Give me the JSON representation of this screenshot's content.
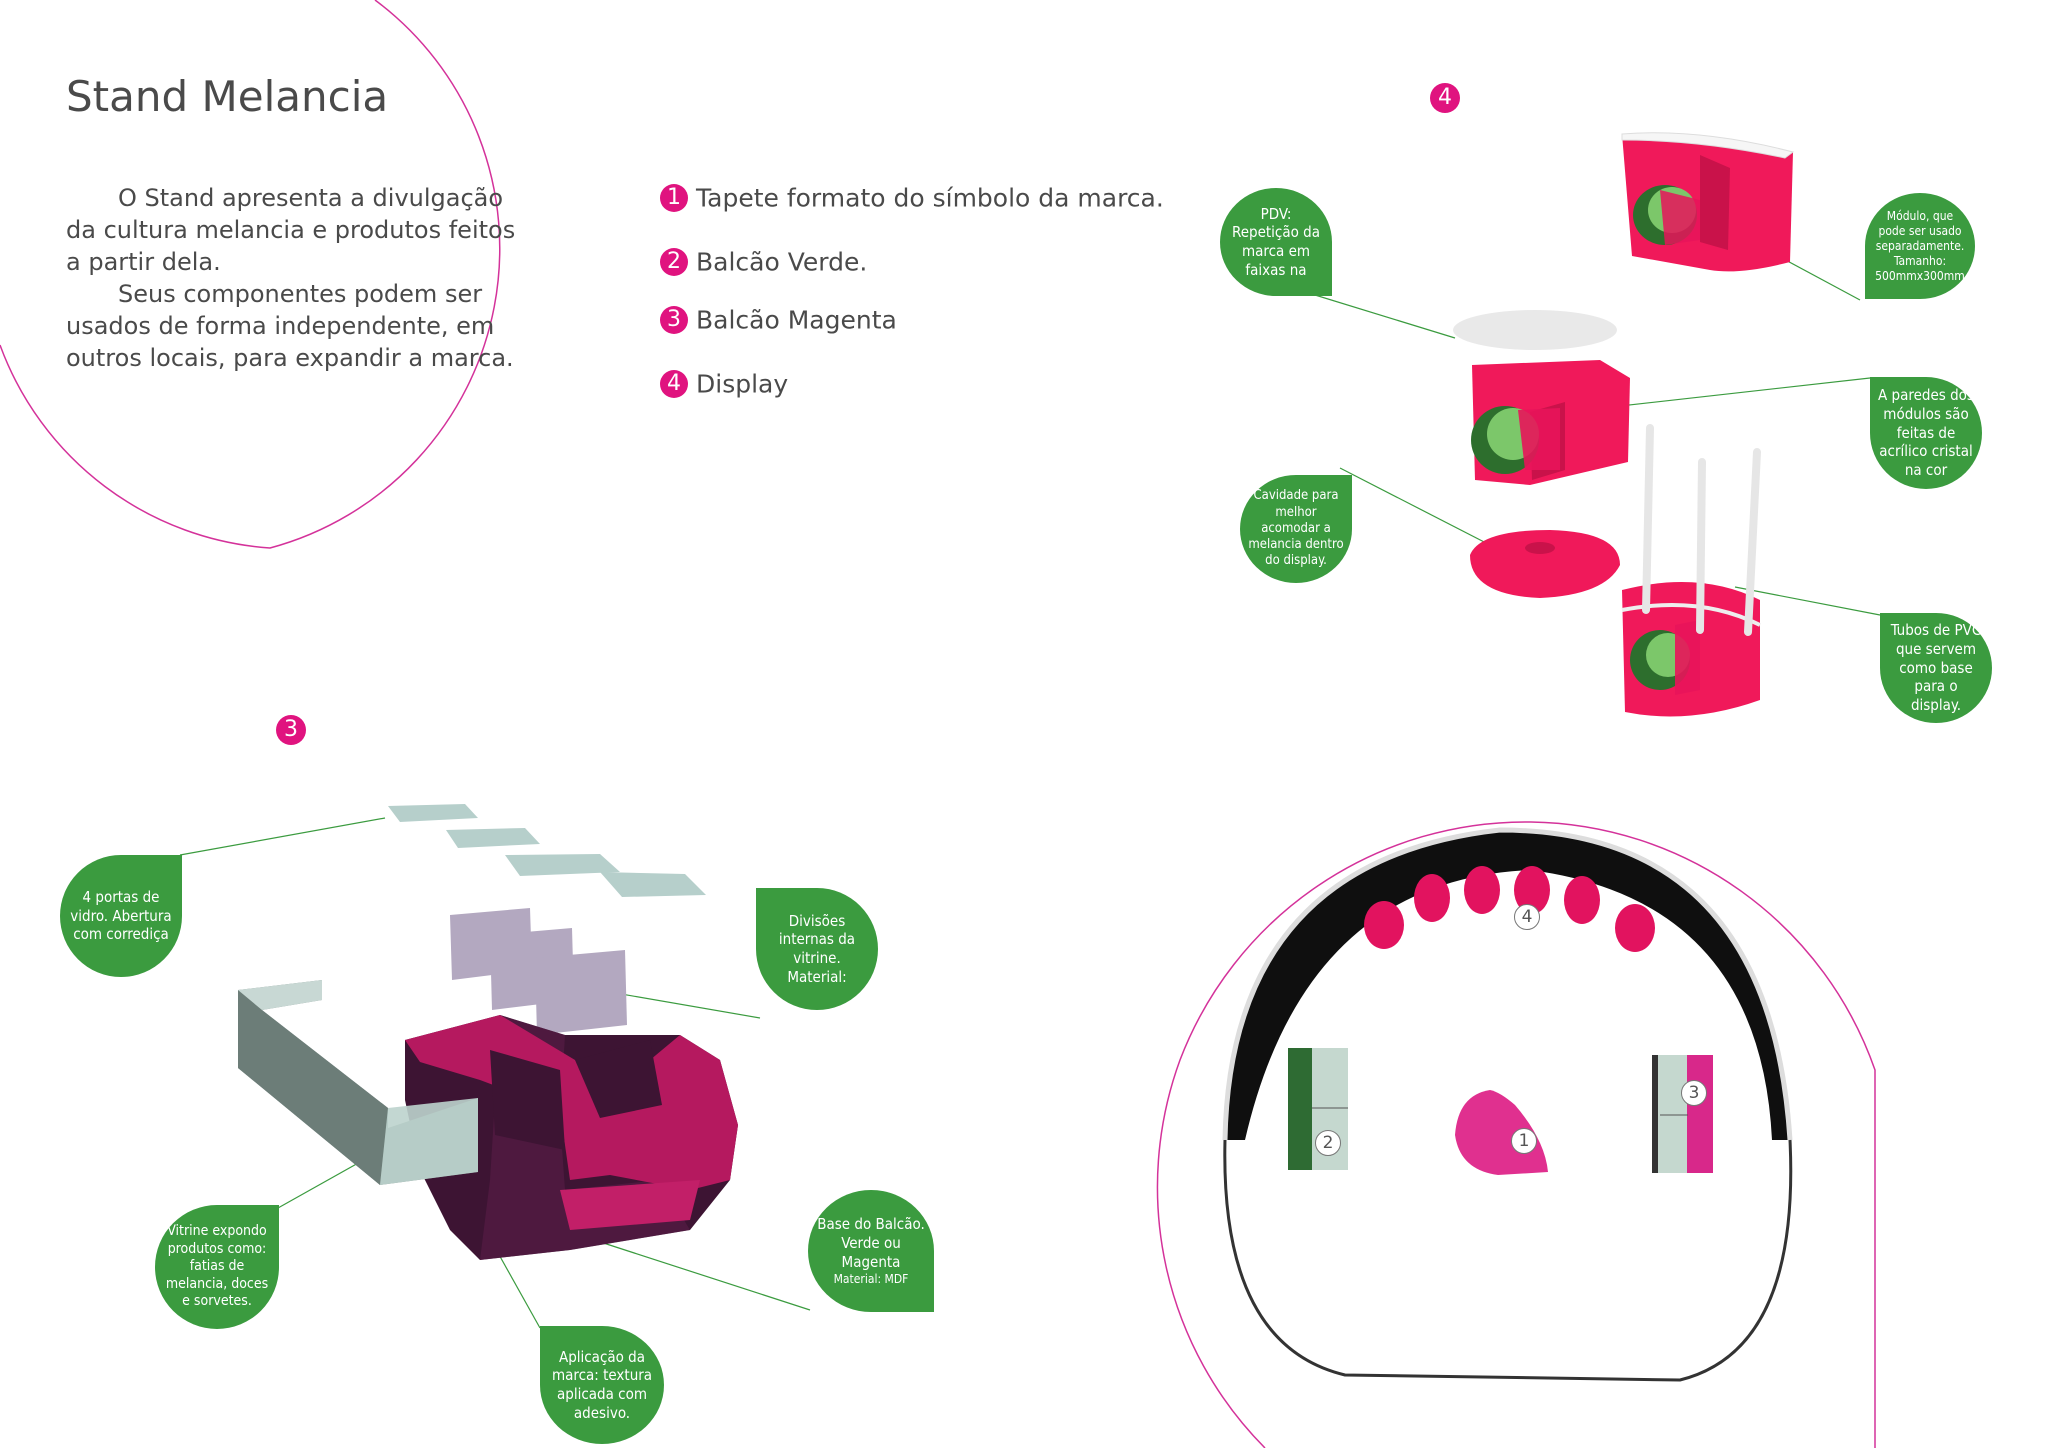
{
  "title": "Stand Melancia",
  "intro": [
    "O Stand apresenta a divulgação da cultura melancia e produtos feitos a partir dela.",
    "Seus componentes podem ser usados de forma independente, em outros locais, para expandir a marca."
  ],
  "legend": [
    {
      "num": "1",
      "label": "Tapete formato do símbolo da marca."
    },
    {
      "num": "2",
      "label": "Balcão Verde."
    },
    {
      "num": "3",
      "label": "Balcão Magenta"
    },
    {
      "num": "4",
      "label": "Display"
    }
  ],
  "sections": {
    "display_num": "4",
    "counter_num": "3"
  },
  "display_callouts": {
    "pdv": "PDV: Repetição da marca em faixas na",
    "modulo": "Módulo, que pode ser usado separadamente. Tamanho: 500mmx300mm",
    "paredes": "A paredes dos módulos são feitas de acrílico cristal na cor",
    "cavidade": "Cavidade para melhor acomodar a melancia dentro do display.",
    "tubos": "Tubos de PVC que servem como base para o display."
  },
  "counter_callouts": {
    "portas": "4 portas de vidro. Abertura com corrediça",
    "divisoes": "Divisões internas da vitrine. Material:",
    "vitrine": "Vitrine expondo produtos como: fatias de melancia, doces e sorvetes.",
    "base_main": "Base do Balcão. Verde ou Magenta",
    "base_material": "Material: MDF",
    "aplicacao": "Aplicação da marca: textura aplicada com adesivo."
  },
  "plan_labels": {
    "rug": "1",
    "green_counter": "2",
    "magenta_counter": "3",
    "display": "4"
  },
  "colors": {
    "magenta": "#e0137f",
    "callout_green": "#3b9b3f",
    "display_red": "#f0195a",
    "counter_magenta": "#b5195f",
    "counter_dark": "#3d1433",
    "plan_green": "#2e6b33",
    "plan_pink": "#d8288a"
  }
}
